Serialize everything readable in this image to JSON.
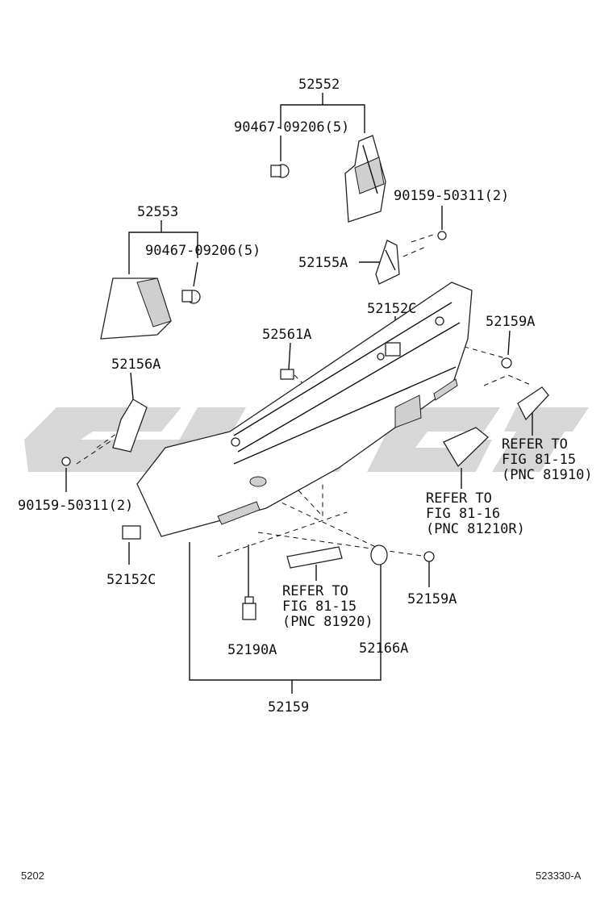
{
  "watermark": {
    "color": "#c9c9c9"
  },
  "callouts": {
    "p52552": "52552",
    "p90467_a": "90467-09206(5)",
    "p90159_a": "90159-50311(2)",
    "p52553": "52553",
    "p90467_b": "90467-09206(5)",
    "p52155A": "52155A",
    "p52152C_a": "52152C",
    "p52561A": "52561A",
    "p52159A_a": "52159A",
    "p52156A": "52156A",
    "p90159_b": "90159-50311(2)",
    "p52152C_b": "52152C",
    "p52190A": "52190A",
    "p52166A": "52166A",
    "p52159A_b": "52159A",
    "p52159": "52159"
  },
  "refers": {
    "r81910": [
      "REFER TO",
      "FIG 81-15",
      "(PNC 81910)"
    ],
    "r81210R": [
      "REFER TO",
      "FIG 81-16",
      "(PNC 81210R)"
    ],
    "r81920": [
      "REFER TO",
      "FIG 81-15",
      "(PNC 81920)"
    ]
  },
  "footer": {
    "page_code": "5202",
    "figure_code": "523330-A"
  }
}
